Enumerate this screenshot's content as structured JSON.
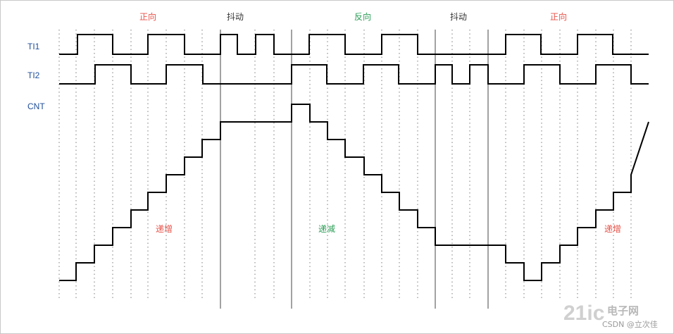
{
  "colors": {
    "forward": "#e8534a",
    "reverse": "#2a9d55",
    "jitter": "#333333",
    "signal_label": "#1f4e9a",
    "waveform": "#000000",
    "grid": "#7a7a7a",
    "watermark": "#9a9a9a"
  },
  "signals": {
    "ti1": "TI1",
    "ti2": "TI2",
    "cnt": "CNT"
  },
  "phases": {
    "forward_1": "正向",
    "jitter_1": "抖动",
    "reverse": "反向",
    "jitter_2": "抖动",
    "forward_2": "正向"
  },
  "counts": {
    "increase_1": "递增",
    "decrease": "递减",
    "increase_2": "递增"
  },
  "watermark": {
    "logo": "21ic",
    "site": "电子网",
    "author": "CSDN @立次佳"
  },
  "waveform": {
    "ti1_high": [
      [
        110,
        160
      ],
      [
        210,
        262
      ],
      [
        313,
        337
      ],
      [
        363,
        389
      ],
      [
        439,
        490
      ],
      [
        542,
        593
      ],
      [
        718,
        768
      ],
      [
        820,
        870
      ]
    ],
    "ti2_high": [
      [
        135,
        186
      ],
      [
        236,
        288
      ],
      [
        414,
        464
      ],
      [
        516,
        566
      ],
      [
        618,
        642
      ],
      [
        667,
        693
      ],
      [
        744,
        795
      ],
      [
        846,
        896
      ]
    ],
    "cnt_levels": [
      0,
      1,
      2,
      3,
      4,
      5,
      6,
      7,
      8,
      9,
      10,
      9,
      8,
      7,
      6,
      5,
      4,
      3,
      2,
      1,
      0,
      1,
      2,
      3,
      4,
      5,
      6,
      7,
      8,
      9
    ],
    "cnt_steps": [
      108,
      134,
      160,
      186,
      210,
      236,
      262,
      287,
      313,
      414,
      440,
      465,
      490,
      517,
      542,
      567,
      593,
      618,
      718,
      744,
      769,
      795,
      820,
      846,
      871,
      896
    ]
  }
}
